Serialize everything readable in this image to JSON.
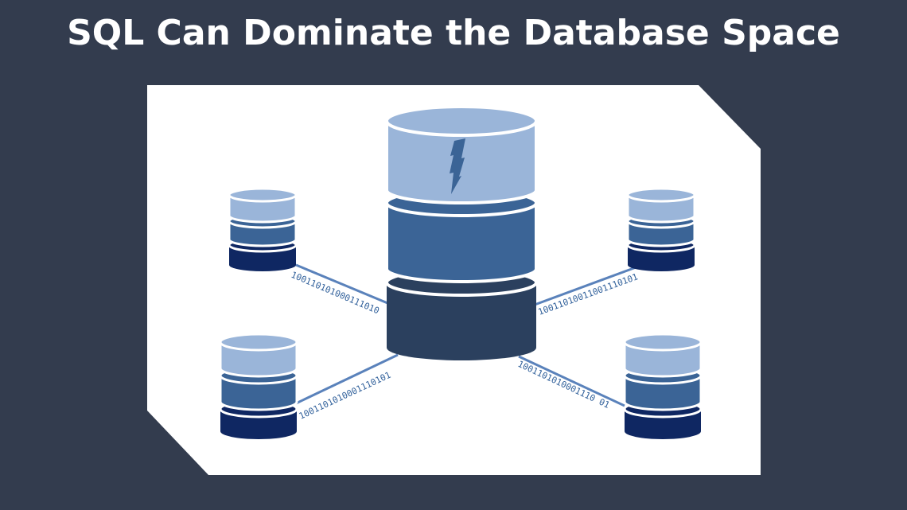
{
  "title": "SQL Can Dominate the Database Space",
  "colors": {
    "background": "#333c4e",
    "panel": "#ffffff",
    "tier_light": "#9ab5d9",
    "tier_mid": "#3b6496",
    "tier_dark": "#2b405e",
    "tier_navy": "#0f2762",
    "link": "#5a82bb"
  },
  "icons": {
    "central": "central-database-icon",
    "node": "database-node-icon",
    "bolt": "lightning-bolt-icon"
  },
  "connections": [
    {
      "id": "top-left",
      "binary": "100110101000111010"
    },
    {
      "id": "top-right",
      "binary": "10011010011001110101"
    },
    {
      "id": "bottom-left",
      "binary": "1001101010001110101"
    },
    {
      "id": "bottom-right",
      "binary": "1001101010001110 01"
    }
  ]
}
